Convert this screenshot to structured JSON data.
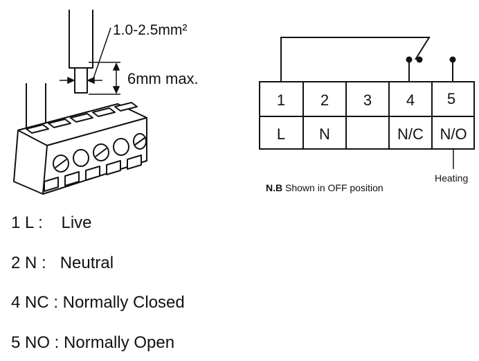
{
  "wire_spec": {
    "cross_section": "1.0-2.5mm²",
    "strip_length": "6mm max."
  },
  "terminal_table": {
    "numbers": [
      "1",
      "2",
      "3",
      "4",
      "5"
    ],
    "labels": [
      "L",
      "N",
      "",
      "N/C",
      "N/O"
    ],
    "heating_label": "Heating"
  },
  "note": {
    "bold": "N.B",
    "text": " Shown in OFF position"
  },
  "legend": [
    "1 L :    Live",
    "2 N :   Neutral",
    "4 NC : Normally Closed",
    "5 NO : Normally Open"
  ]
}
